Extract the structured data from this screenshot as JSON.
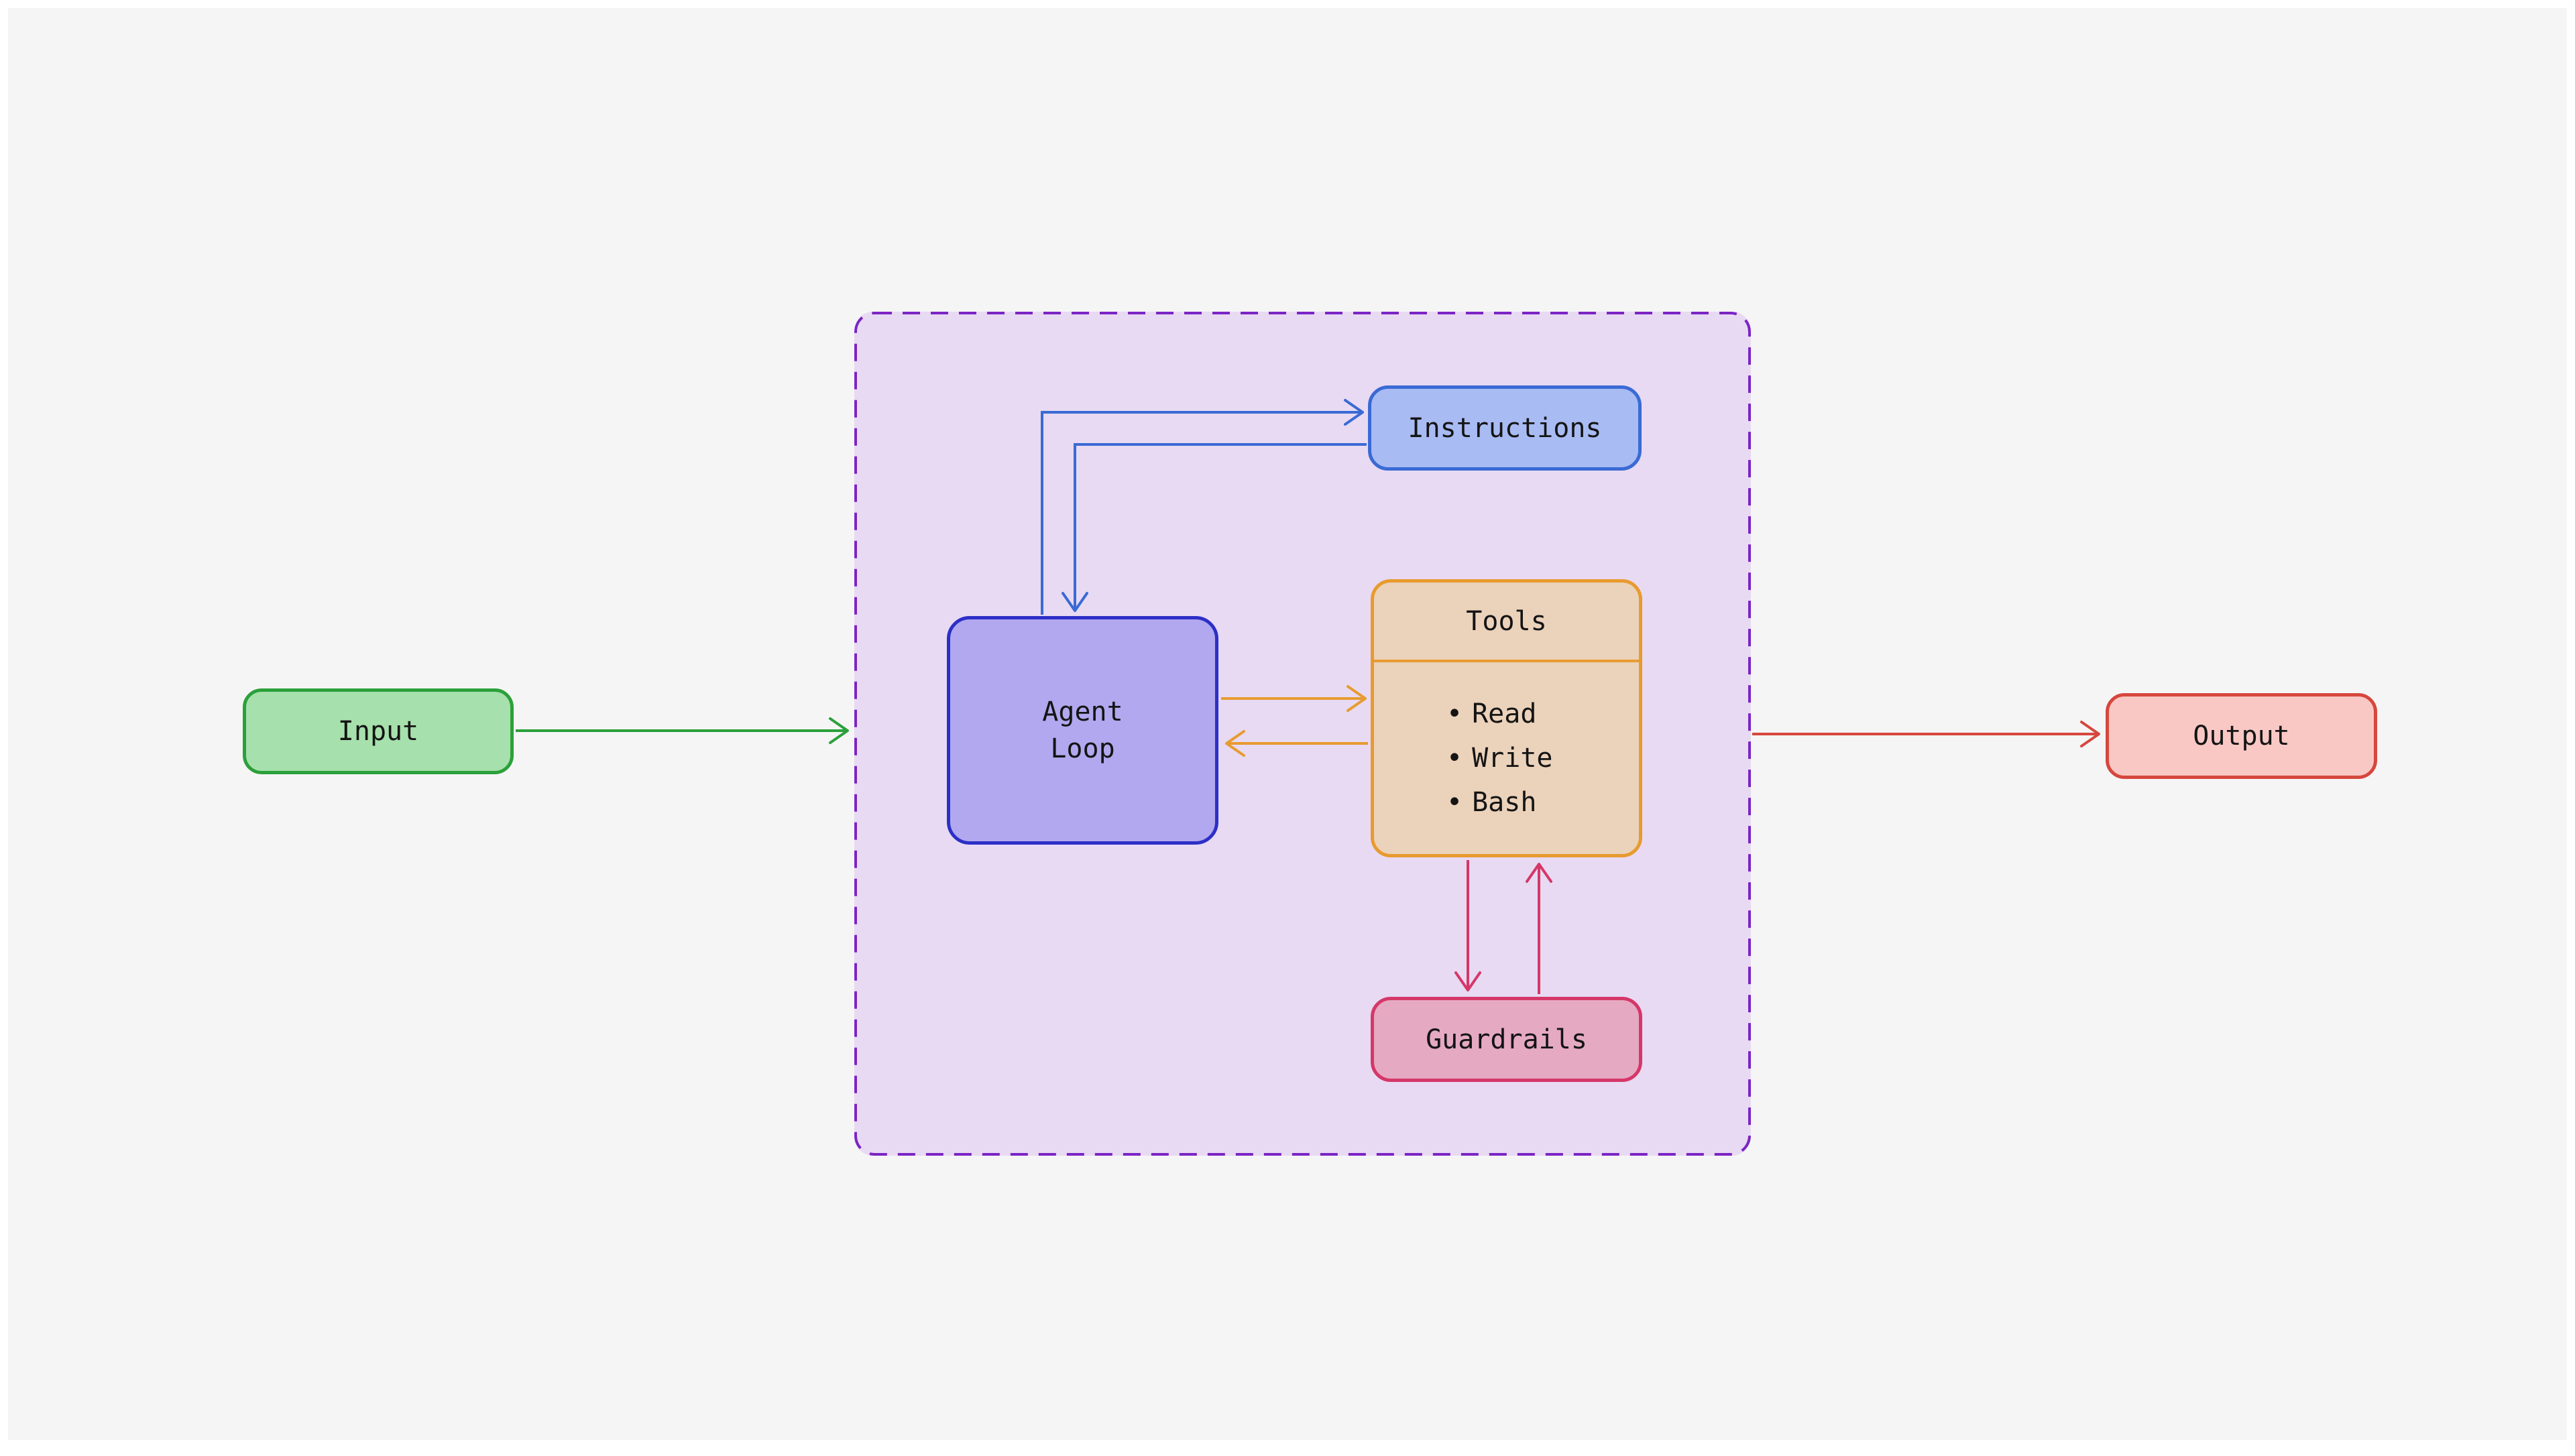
{
  "canvas": {
    "background_color": "#f5f5f6",
    "frame_color": "#ffffff"
  },
  "nodes": {
    "input": {
      "label": "Input",
      "fill": "#a6e0ac",
      "border_color": "#2ba03a"
    },
    "agent_boundary": {
      "fill": "#e8daf3",
      "border_color": "#7c24c4",
      "border_style": "dashed"
    },
    "instructions": {
      "label": "Instructions",
      "fill": "#a8bbf3",
      "border_color": "#3a6ad4"
    },
    "agent_loop": {
      "label": [
        "Agent",
        "Loop"
      ],
      "fill": "#b1a8ef",
      "border_color": "#2c2fc7"
    },
    "tools": {
      "title": "Tools",
      "bullet": "•",
      "items": [
        "Read",
        "Write",
        "Bash"
      ],
      "fill": "#ebd2ba",
      "border_color": "#e79b2f"
    },
    "guardrails": {
      "label": "Guardrails",
      "fill": "#e5a9c2",
      "border_color": "#d53768"
    },
    "output": {
      "label": "Output",
      "fill": "#f9c8c5",
      "border_color": "#d6473d"
    }
  },
  "edges": [
    {
      "from": "input",
      "to": "agent_boundary",
      "color": "#2ba03a"
    },
    {
      "from": "agent_loop",
      "to": "instructions",
      "color": "#3a6ad4"
    },
    {
      "from": "instructions",
      "to": "agent_loop",
      "color": "#3a6ad4"
    },
    {
      "from": "agent_loop",
      "to": "tools",
      "color": "#e79b2f"
    },
    {
      "from": "tools",
      "to": "agent_loop",
      "color": "#e79b2f"
    },
    {
      "from": "tools",
      "to": "guardrails",
      "color": "#d53768"
    },
    {
      "from": "guardrails",
      "to": "tools",
      "color": "#d53768"
    },
    {
      "from": "agent_boundary",
      "to": "output",
      "color": "#d6473d"
    }
  ]
}
